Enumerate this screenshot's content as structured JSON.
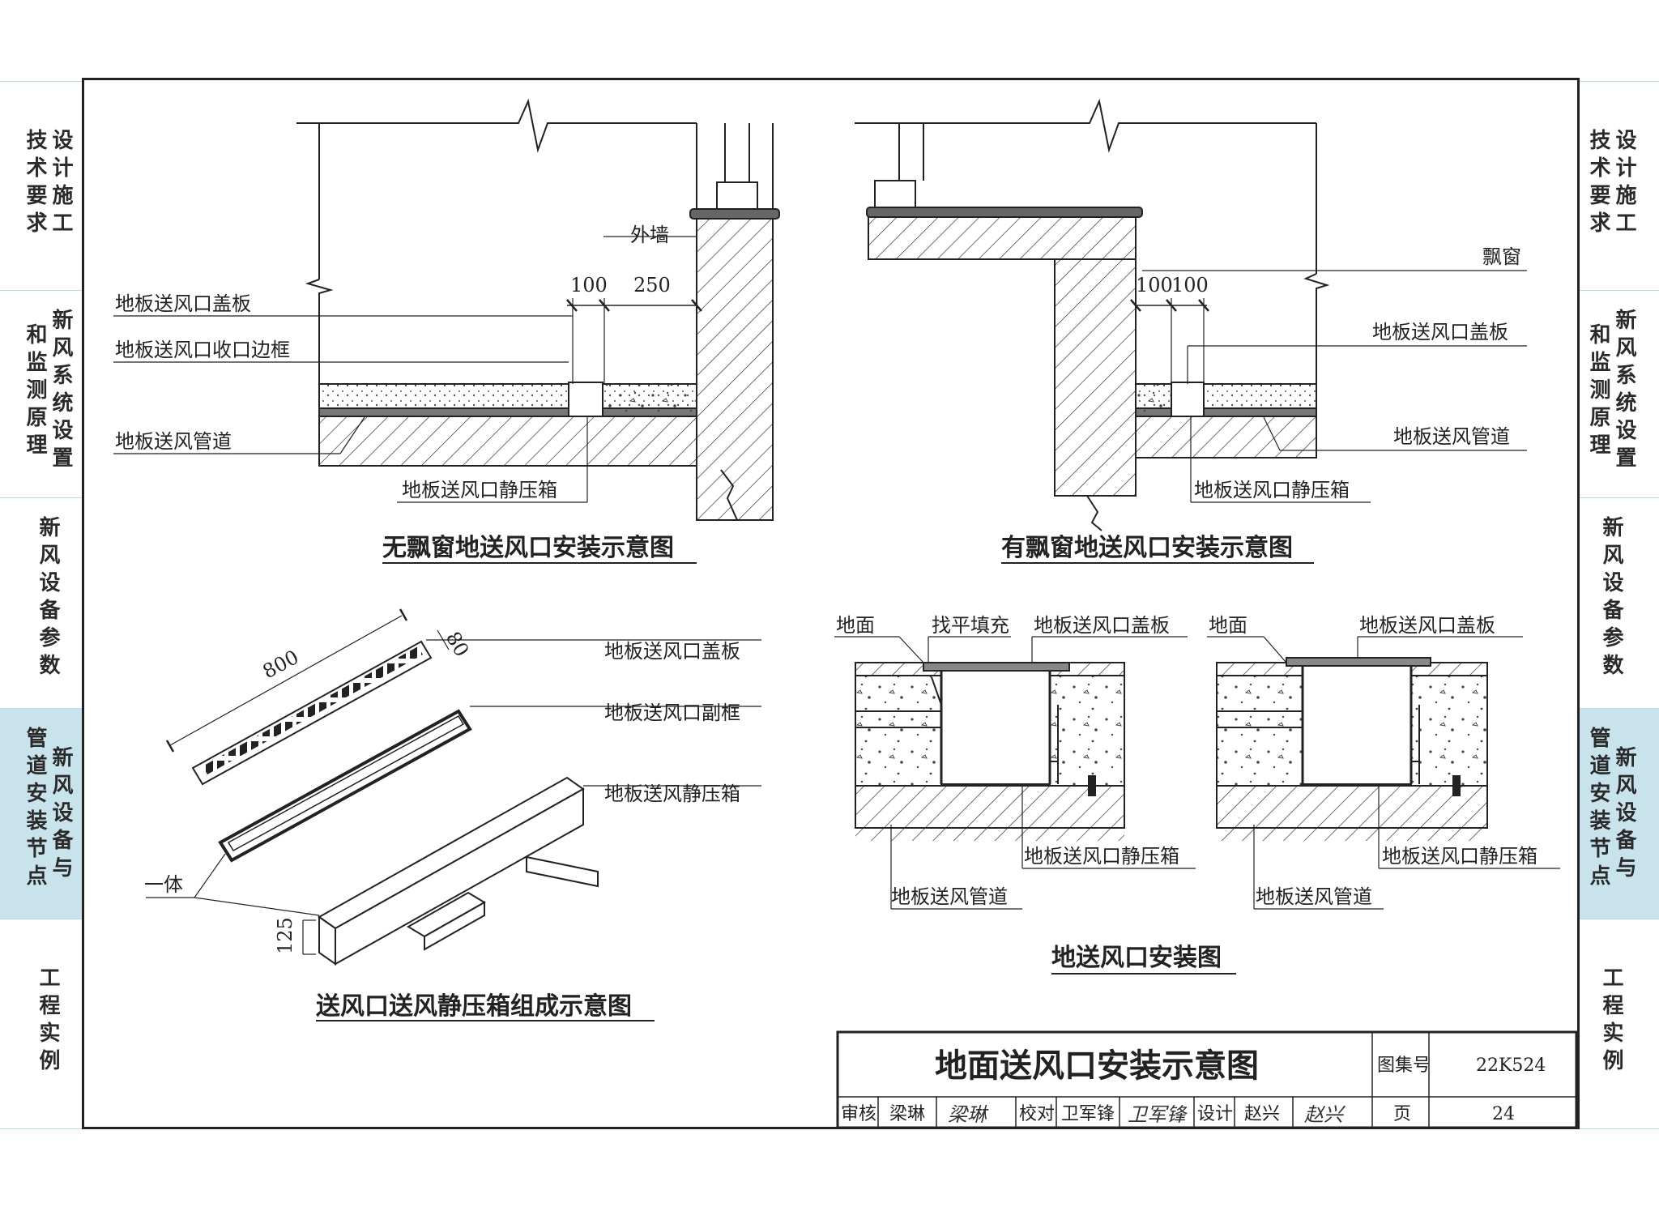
{
  "sidebar": {
    "tabs": [
      {
        "lines": [
          "设计施工",
          "技术要求"
        ]
      },
      {
        "lines": [
          "新风系统设置",
          "和监测原理"
        ]
      },
      {
        "lines": [
          "新风设备参数"
        ]
      },
      {
        "lines": [
          "新风设备与",
          "管道安装节点"
        ]
      },
      {
        "lines": [
          "工程实例"
        ]
      }
    ],
    "active_index": 3,
    "active_color": "#c9e3ec"
  },
  "diagram1": {
    "title": "无飘窗地送风口安装示意图",
    "labels": {
      "outer_wall": "外墙",
      "dim_100": "100",
      "dim_250": "250",
      "cover": "地板送风口盖板",
      "frame": "地板送风口收口边框",
      "duct": "地板送风管道",
      "plenum": "地板送风口静压箱"
    }
  },
  "diagram2": {
    "title": "有飘窗地送风口安装示意图",
    "labels": {
      "bay_window": "飘窗",
      "dim_100a": "100",
      "dim_100b": "100",
      "cover": "地板送风口盖板",
      "duct": "地板送风管道",
      "plenum": "地板送风口静压箱"
    }
  },
  "diagram3": {
    "title": "送风口送风静压箱组成示意图",
    "labels": {
      "dim_800": "800",
      "dim_80": "80",
      "dim_125": "125",
      "cover": "地板送风口盖板",
      "subframe": "地板送风口副框",
      "plenum": "地板送风静压箱",
      "integral": "一体"
    }
  },
  "diagram4": {
    "title": "地送风口安装图",
    "left": {
      "ground": "地面",
      "filler": "找平填充",
      "cover": "地板送风口盖板",
      "plenum": "地板送风口静压箱",
      "duct": "地板送风管道"
    },
    "right": {
      "ground": "地面",
      "cover": "地板送风口盖板",
      "plenum": "地板送风口静压箱",
      "duct": "地板送风管道"
    }
  },
  "title_block": {
    "title": "地面送风口安装示意图",
    "atlas_label": "图集号",
    "atlas_no": "22K524",
    "review_label": "审核",
    "reviewer": "梁琳",
    "reviewer_sig": "梁琳",
    "check_label": "校对",
    "checker": "卫军锋",
    "checker_sig": "卫军锋",
    "design_label": "设计",
    "designer": "赵兴",
    "designer_sig": "赵兴",
    "page_label": "页",
    "page_no": "24"
  }
}
